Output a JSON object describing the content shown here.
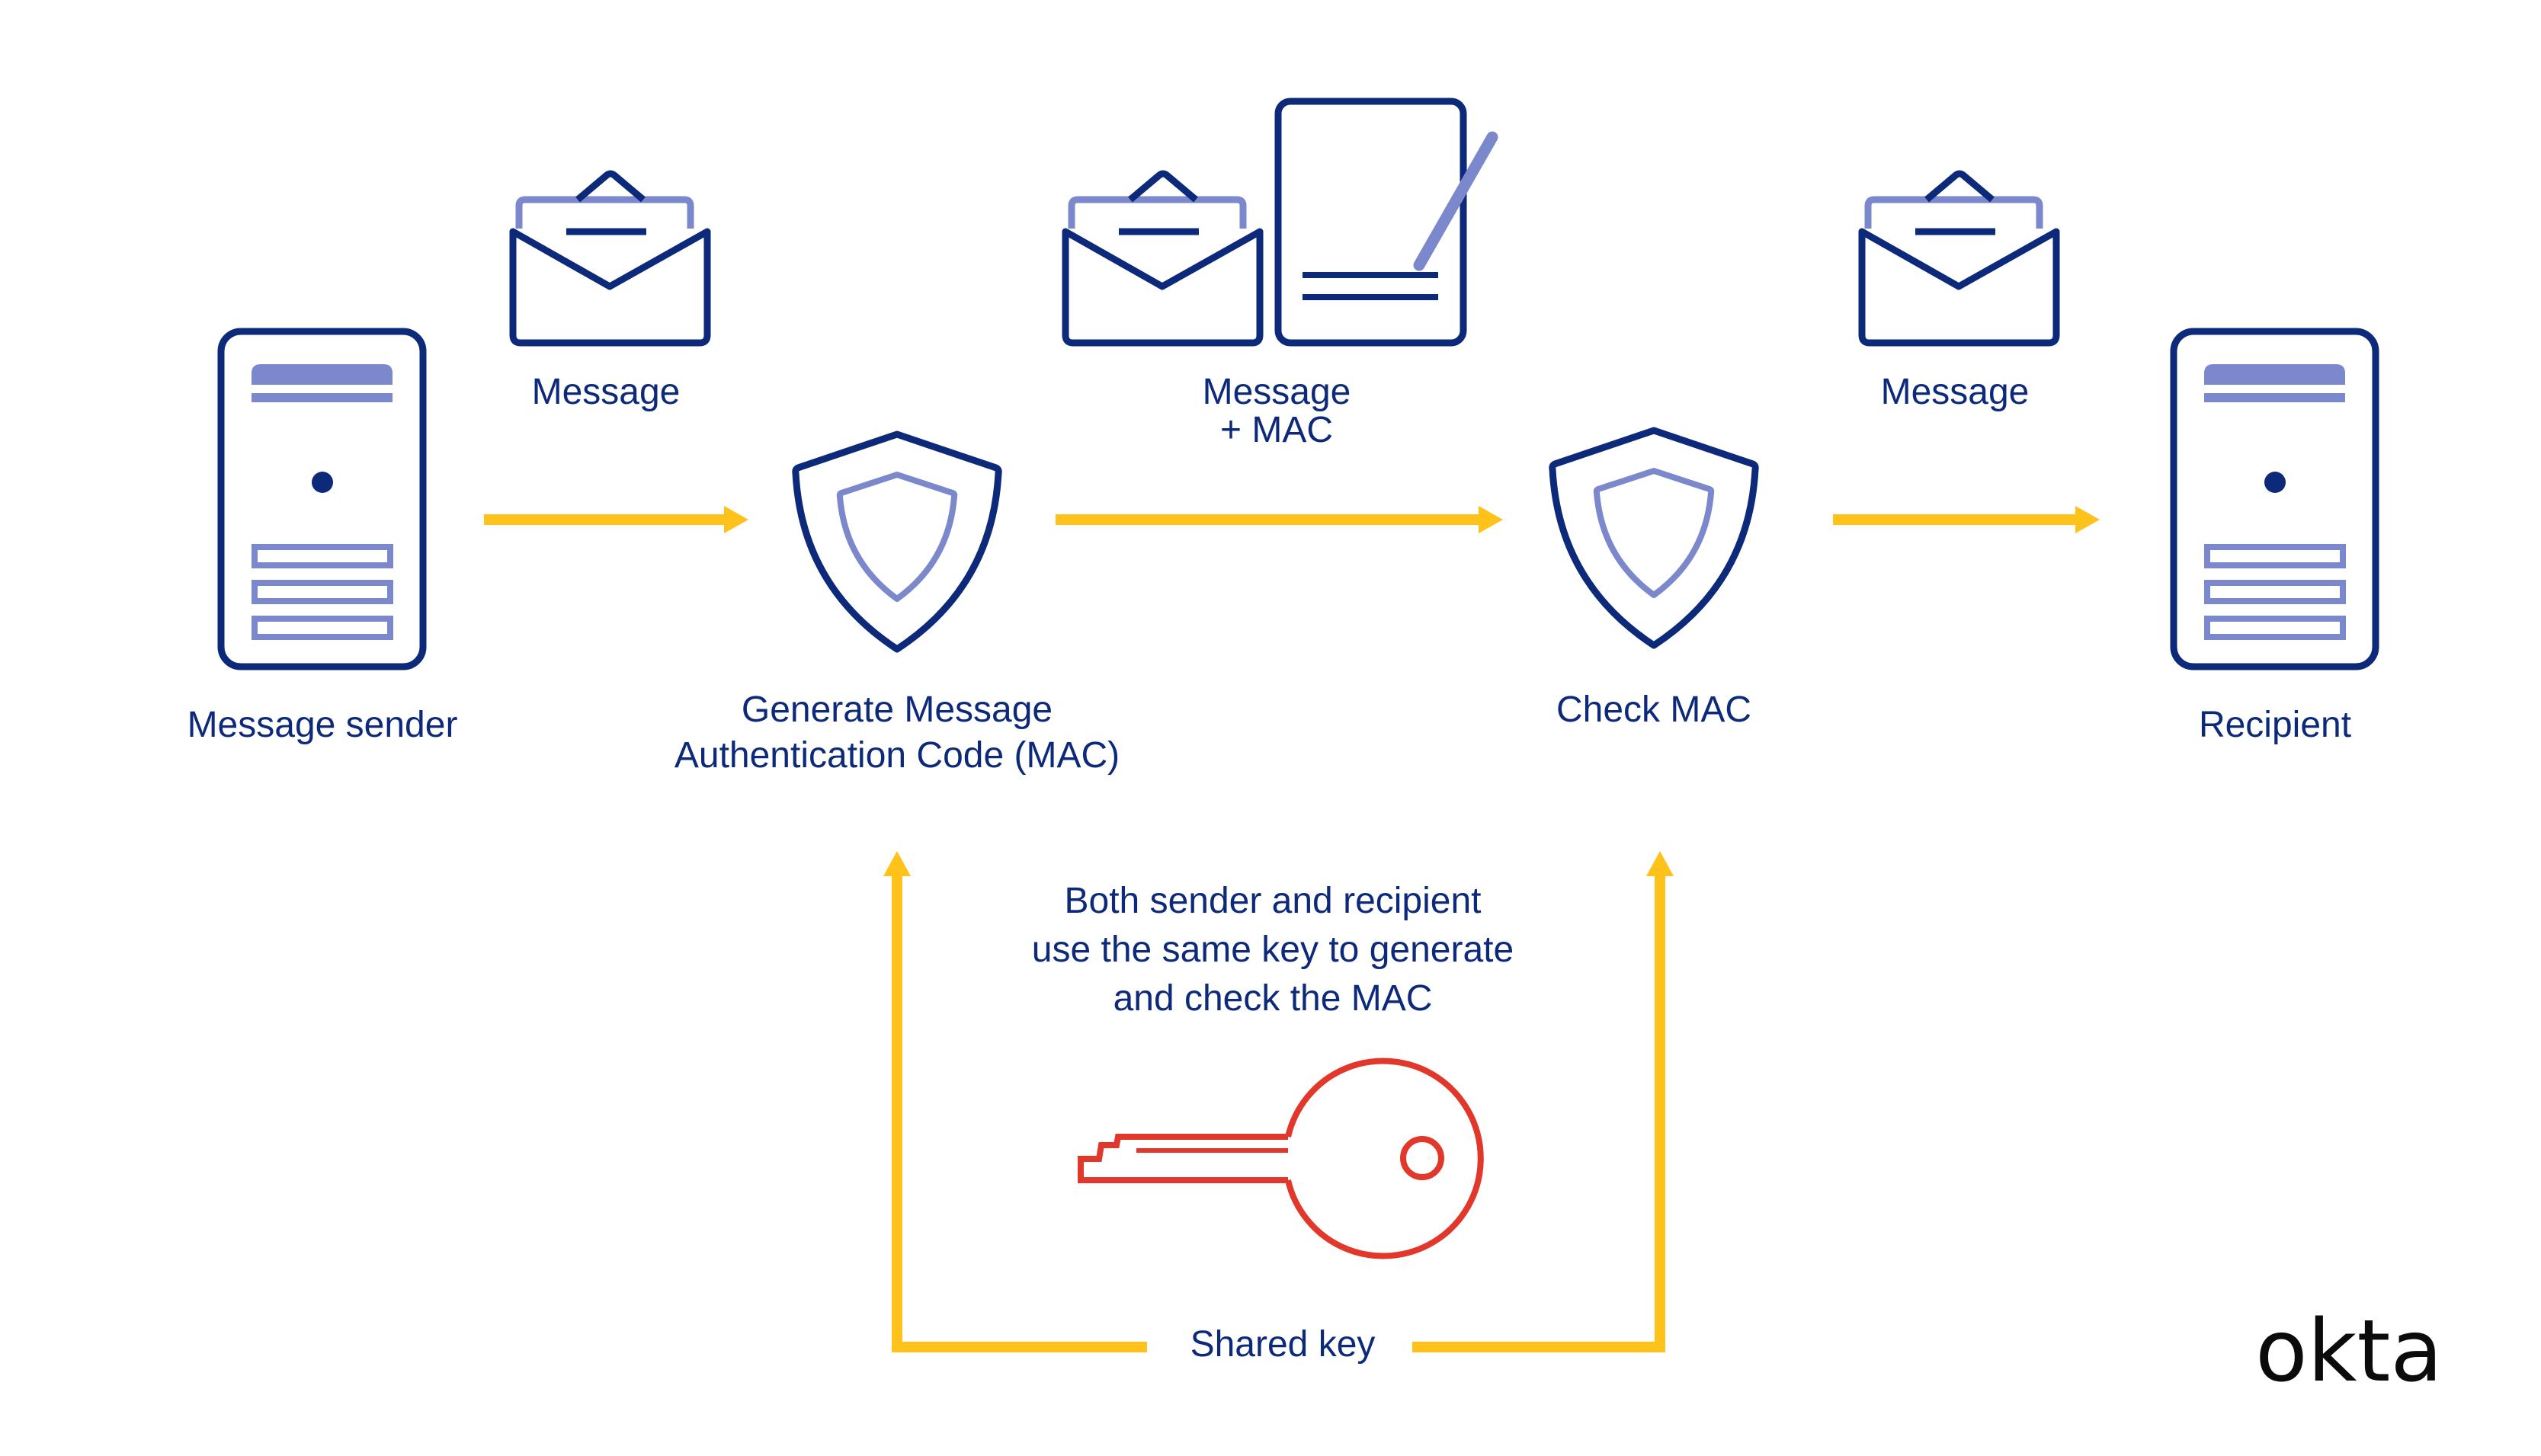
{
  "colors": {
    "navy": "#0d2a7a",
    "periwinkle": "#7b88cc",
    "arrow_yellow": "#ffc21a",
    "key_red": "#e2382b",
    "brand_black": "#0b0b0b"
  },
  "nodes": {
    "sender": {
      "label": "Message sender",
      "icon": "server-icon"
    },
    "generate": {
      "label_line1": "Generate Message",
      "label_line2": "Authentication Code (MAC)",
      "icon": "shield-icon"
    },
    "check": {
      "label": "Check MAC",
      "icon": "shield-icon"
    },
    "recipient": {
      "label": "Recipient",
      "icon": "server-icon"
    }
  },
  "payloads": {
    "message_left": {
      "label": "Message",
      "icon": "envelope-icon"
    },
    "message_mac": {
      "label_line1": "Message",
      "label_line2": "+ MAC",
      "icons": [
        "envelope-icon",
        "signed-document-icon"
      ]
    },
    "message_right": {
      "label": "Message",
      "icon": "envelope-icon"
    }
  },
  "key_note": {
    "line1": "Both sender and recipient",
    "line2": "use the same key to generate",
    "line3": "and check the MAC"
  },
  "shared_key": {
    "label": "Shared key",
    "icon": "key-icon"
  },
  "brand": {
    "logo_text": "okta"
  }
}
